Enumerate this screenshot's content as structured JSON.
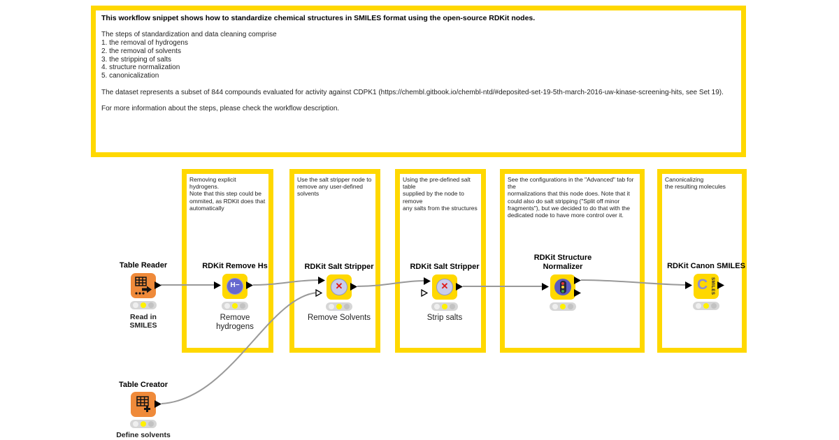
{
  "colors": {
    "knime_yellow": "#FFD800",
    "node_orange": "#EF8A3A",
    "status_yellow": "#FFF100",
    "connector_grey": "#999999"
  },
  "top_annotation": {
    "title": "This workflow snippet shows how to standardize chemical structures in SMILES format using the open-source RDKit nodes.",
    "body": "The steps of standardization and data cleaning comprise\n1. the removal of hydrogens\n2. the removal of solvents\n3. the stripping of salts\n4. structure normalization\n5. canonicalization\n\nThe dataset represents a subset of 844 compounds evaluated for activity against CDPK1 (https://chembl.gitbook.io/chembl-ntd/#deposited-set-19-5th-march-2016-uw-kinase-screening-hits, see Set 19).\n\nFor more information about the steps, please check the workflow description."
  },
  "side_annotations": [
    {
      "text": "Removing explicit hydrogens.\nNote that this step could be\nommited, as RDKit does that\nautomatically"
    },
    {
      "text": "Use the salt stripper node to\nremove any  user-defined\nsolvents"
    },
    {
      "text": "Using the pre-defined salt table\nsupplied by the node to remove\nany salts from the structures"
    },
    {
      "text": "See the configurations in the \"Advanced\" tab for the\nnormalizations that this node does. Note that it\ncould also do salt stripping (\"Split off minor\nfragments\"), but we decided to do that with the\ndedicated node to have more control over it."
    },
    {
      "text": "Canonicalizing\nthe resulting molecules"
    }
  ],
  "nodes": [
    {
      "id": "table-reader",
      "title": "Table Reader",
      "label": "Read in\nSMILES",
      "status": "configured"
    },
    {
      "id": "rdkit-remove-hs",
      "title": "RDKit Remove Hs",
      "label": "Remove\nhydrogens",
      "status": "configured",
      "icon_text": "H−"
    },
    {
      "id": "rdkit-salt-stripper-1",
      "title": "RDKit Salt Stripper",
      "label": "Remove Solvents",
      "status": "configured",
      "icon_text": "✕"
    },
    {
      "id": "rdkit-salt-stripper-2",
      "title": "RDKit Salt Stripper",
      "label": "Strip salts",
      "status": "configured",
      "icon_text": "✕"
    },
    {
      "id": "rdkit-structure-normalizer",
      "title": "RDKit Structure\nNormalizer",
      "label": "",
      "status": "configured"
    },
    {
      "id": "rdkit-canon-smiles",
      "title": "RDKit Canon SMILES",
      "label": "",
      "status": "configured",
      "icon_letter": "C",
      "icon_vertical": "SMILES"
    },
    {
      "id": "table-creator",
      "title": "Table Creator",
      "label": "Define solvents",
      "status": "configured"
    }
  ]
}
